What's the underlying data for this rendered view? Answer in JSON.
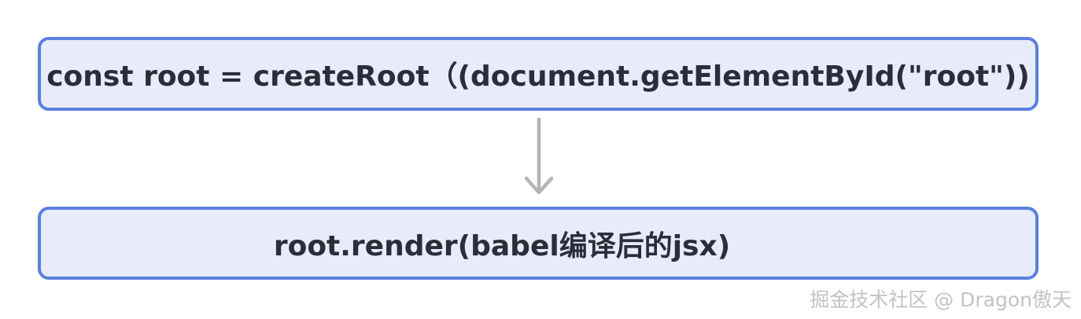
{
  "diagram": {
    "type": "flowchart",
    "boxes": [
      {
        "id": "create-root",
        "text": "const root = createRoot（(document.getElementById(\"root\"))"
      },
      {
        "id": "render-jsx",
        "text": "root.render(babel编译后的jsx)"
      }
    ],
    "connector": {
      "icon": "down-arrow-icon",
      "from": "create-root",
      "to": "render-jsx"
    },
    "watermark": "掘金技术社区 @ Dragon傲天",
    "colors": {
      "box_border": "#5b80de",
      "box_fill": "#e7ebfa",
      "box_text": "#2a2e39",
      "arrow": "#b4b4b4",
      "watermark": "#c3c3c3",
      "background": "#ffffff"
    }
  }
}
